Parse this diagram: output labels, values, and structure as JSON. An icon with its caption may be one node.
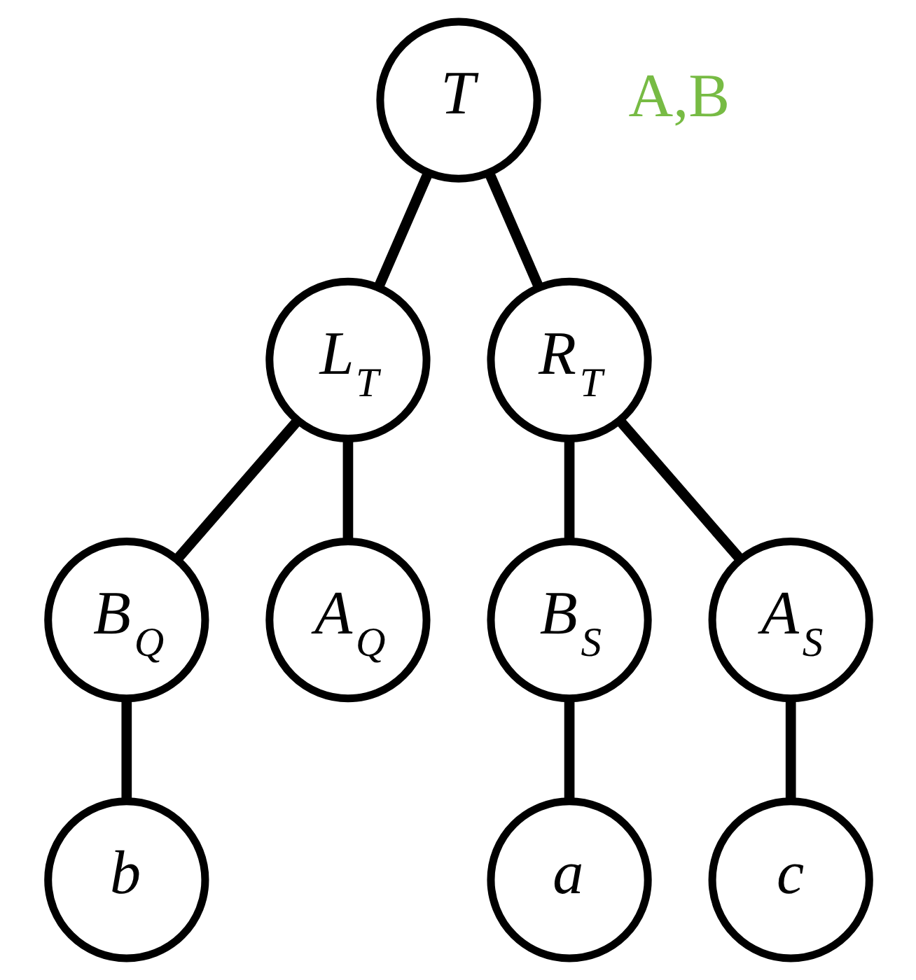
{
  "diagram": {
    "nodes": [
      {
        "text": [
          "T"
        ]
      },
      {
        "text": [
          "L$_{T}$"
        ]
      },
      {
        "text": [
          "R$_{T}$"
        ]
      },
      {
        "text": [
          "B$_{Q}$"
        ]
      },
      {
        "text": [
          "A$_{Q}$"
        ]
      },
      {
        "text": [
          "B$_{S}$"
        ]
      },
      {
        "text": [
          "A$_{S}$"
        ]
      },
      {
        "text": [
          "b"
        ]
      },
      {
        "text": [
          "a"
        ]
      },
      {
        "text": [
          "c"
        ]
      }
    ],
    "edges": [
      {
        "from": 0,
        "to": 1,
        "arrow": "none"
      },
      {
        "from": 0,
        "to": 2,
        "arrow": "none"
      },
      {
        "from": 1,
        "to": 3,
        "arrow": "none"
      },
      {
        "from": 1,
        "to": 4,
        "arrow": "none"
      },
      {
        "from": 2,
        "to": 5,
        "arrow": "none"
      },
      {
        "from": 2,
        "to": 6,
        "arrow": "none"
      },
      {
        "from": 3,
        "to": 7,
        "arrow": "none"
      },
      {
        "from": 5,
        "to": 8,
        "arrow": "none"
      },
      {
        "from": 6,
        "to": 9,
        "arrow": "none"
      }
    ],
    "labels": [
      "A,B"
    ]
  }
}
